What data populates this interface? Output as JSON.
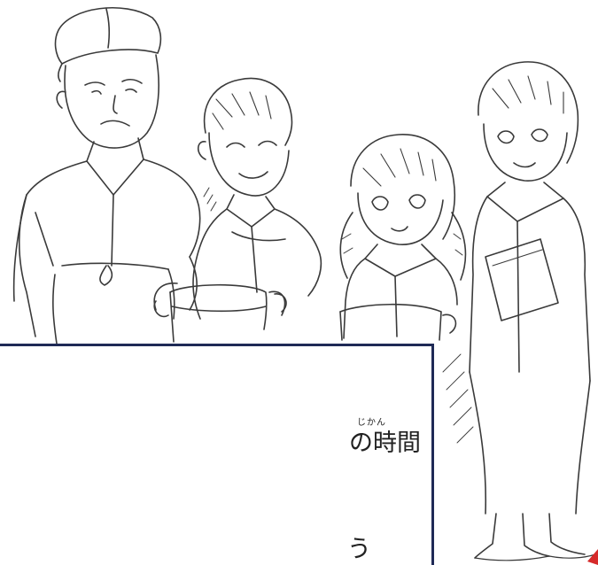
{
  "panel": {
    "ruby": "じかん",
    "heading": "の時間",
    "body": "う"
  },
  "colors": {
    "panel_border": "#1f2a56",
    "sketch_line": "#3a3a3a",
    "corner_accent": "#d62a2a"
  }
}
